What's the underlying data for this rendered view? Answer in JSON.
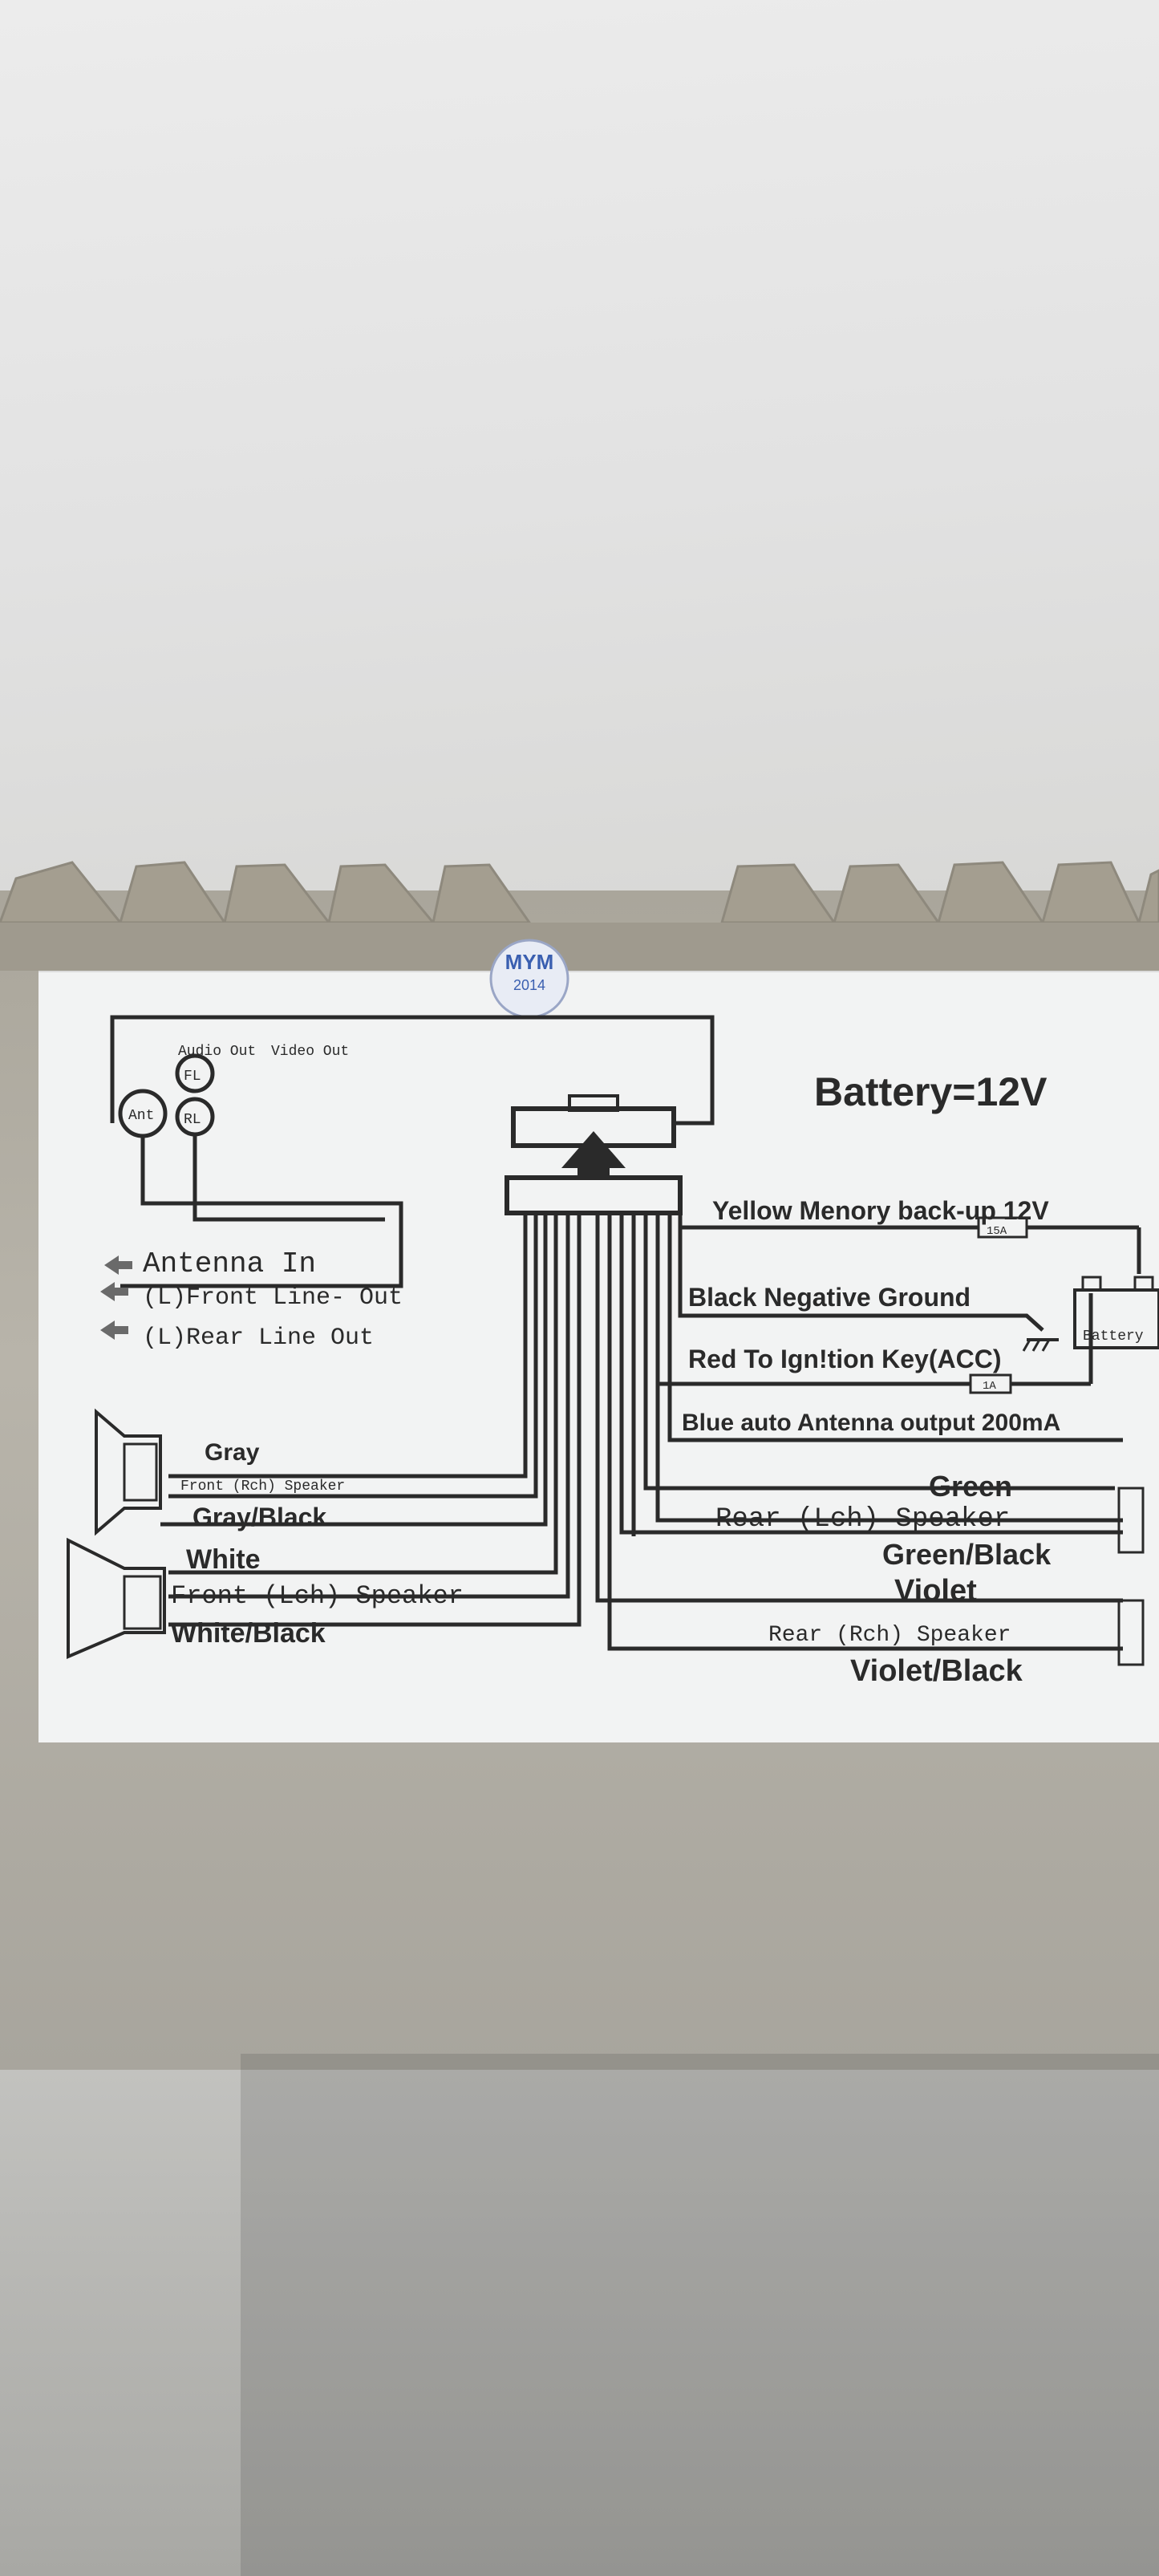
{
  "title": "Battery=12V",
  "top_left": {
    "audio_out": "Audio Out",
    "video_out": "Video Out",
    "fl": "FL",
    "rl": "RL",
    "ant": "Ant"
  },
  "left_lines": {
    "antenna_in": "Antenna In",
    "front_line_out": "(L)Front Line- Out",
    "rear_line_out": "(L)Rear  Line Out"
  },
  "left_speaker_top": {
    "wire1": "Gray",
    "name": "Front (Rch) Speaker",
    "wire2": "Gray/Black"
  },
  "left_speaker_bottom": {
    "wire1": "White",
    "name": "Front (Lch) Speaker",
    "wire2": "White/Black"
  },
  "power": {
    "memory": "Yellow Menory back-up 12V",
    "fuse_memory": "15A",
    "ground": "Black Negative Ground",
    "ignition": "Red To Ign!tion Key(ACC)",
    "fuse_ignition": "1A",
    "antenna_out": "Blue auto Antenna output 200mA",
    "battery": "Battery"
  },
  "right_speaker_top": {
    "wire1": "Green",
    "name": "Rear (Lch) Speaker",
    "wire2": "Green/Black"
  },
  "right_speaker_bottom": {
    "wire1": "Violet",
    "name": "Rear (Rch) Speaker",
    "wire2": "Violet/Black"
  },
  "seal": {
    "brand": "MYM",
    "year": "2014"
  },
  "colors": {
    "ink": "#2a2a2a",
    "sticker": "#f2f3f3",
    "chassis": "#aaa69b",
    "seal_blue": "#3a5fb0"
  }
}
